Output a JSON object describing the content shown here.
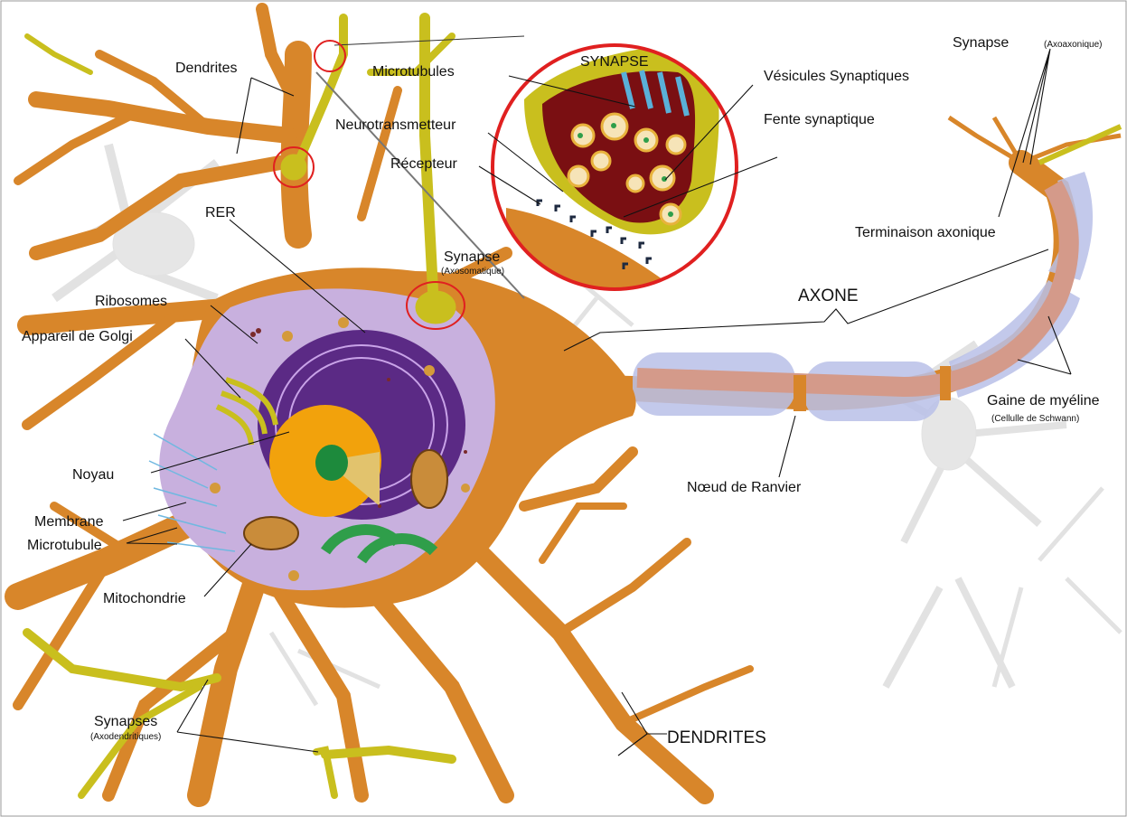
{
  "labels": {
    "dendrites_top": "Dendrites",
    "microtubules_top": "Microtubules",
    "synapse_zoom_title": "SYNAPSE",
    "synaptic_vesicles": "Vésicules Synaptiques",
    "neurotransmitter": "Neurotransmetteur",
    "synaptic_cleft": "Fente synaptique",
    "receptor": "Récepteur",
    "rer": "RER",
    "synapse_axosomatic": "Synapse",
    "synapse_axosomatic_sub": "(Axosomatique)",
    "synapse_axoaxonic": "Synapse",
    "synapse_axoaxonic_sub": "(Axoaxonique)",
    "axon_terminal": "Terminaison axonique",
    "axon": "AXONE",
    "ribosomes": "Ribosomes",
    "golgi": "Appareil de Golgi",
    "nucleus": "Noyau",
    "membrane": "Membrane",
    "microtubule": "Microtubule",
    "mitochondria": "Mitochondrie",
    "node_of_ranvier": "Nœud de Ranvier",
    "myelin_sheath": "Gaine de myéline",
    "schwann_cell": "(Cellulle de Schwann)",
    "synapses_axodendritic": "Synapses",
    "synapses_axodendritic_sub": "(Axodendritiques)",
    "dendrites_bottom": "DENDRITES"
  },
  "colors": {
    "neuron": "#d8862a",
    "presynaptic": "#c9bf1e",
    "cytoplasm": "#c8b0de",
    "er": "#5b2a85",
    "nucleus_outer": "#f2a20c",
    "nucleolus": "#1d8a3c",
    "myelin": "#b8c0e8",
    "axon_core": "#d49a8a",
    "synapse_circle": "#e02020",
    "synapse_interior": "#7a0f12",
    "background_neuron": "#e4e4e4"
  }
}
